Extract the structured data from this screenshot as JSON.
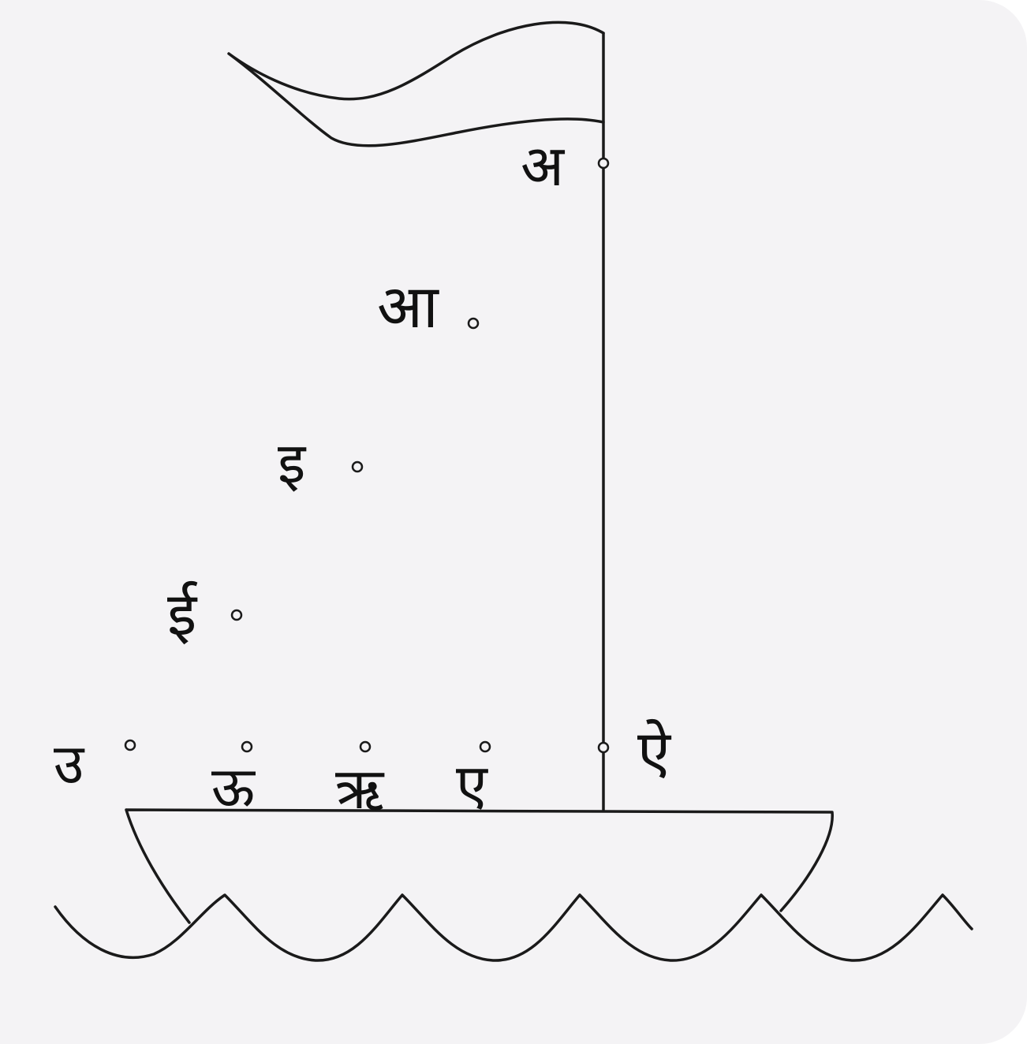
{
  "diagram": {
    "letters": {
      "a": "अ",
      "aa": "आ",
      "i": "इ",
      "ii": "ई",
      "u": "उ",
      "uu": "ऊ",
      "ri": "ऋ",
      "e": "ए",
      "ai": "ऐ"
    }
  },
  "colors": {
    "background": "#f4f3f5",
    "ink": "#1a1a1a"
  }
}
